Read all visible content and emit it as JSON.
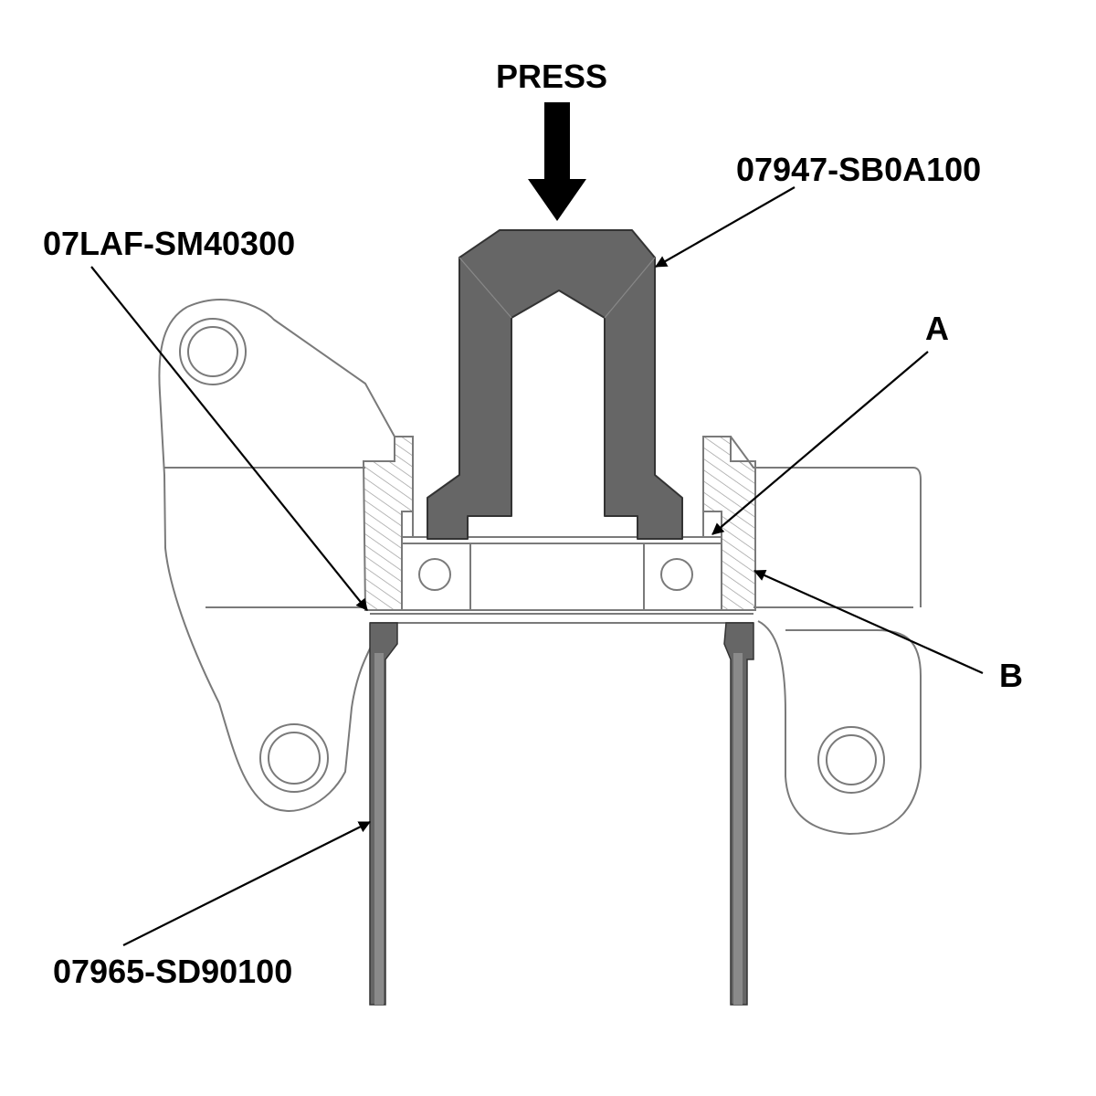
{
  "labels": {
    "press": "PRESS",
    "driver_attachment": "07947-SB0A100",
    "support_tool": "07LAF-SM40300",
    "point_a": "A",
    "point_b": "B",
    "base_tool": "07965-SD90100"
  },
  "colors": {
    "outline": "#7a7a7a",
    "tool_fill": "#666666",
    "tool_edge": "#333333",
    "arrow": "#000000",
    "hatch": "#9a9a9a"
  },
  "icons": {
    "press_arrow": "arrow-down-icon"
  }
}
